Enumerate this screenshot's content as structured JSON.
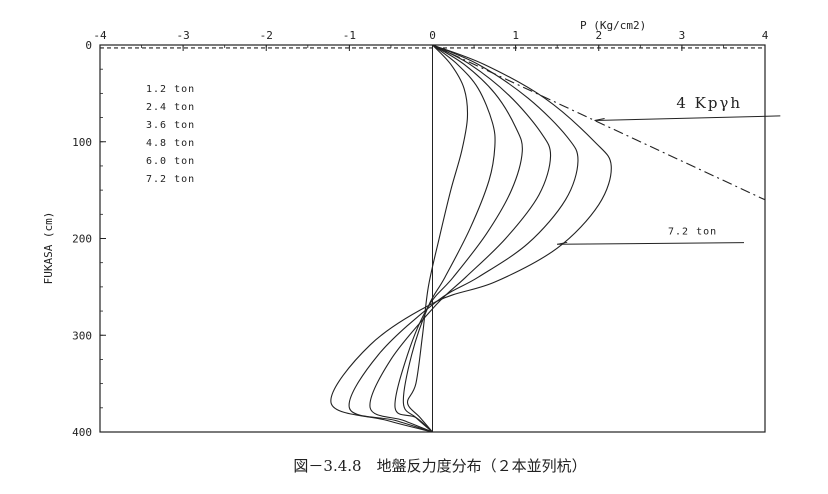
{
  "chart_data": {
    "type": "line",
    "caption": "図－3.4.8　地盤反力度分布（２本並列杭）",
    "xlabel": "P  (Kg/cm2)",
    "ylabel": "FUKASA (cm)",
    "xlim": [
      -4,
      4
    ],
    "ylim": [
      0,
      400
    ],
    "y_inverted": true,
    "x_axis_position": "top",
    "x_ticks": [
      "-4",
      "-3",
      "-2",
      "-1",
      "0",
      "1",
      "2",
      "3",
      "4"
    ],
    "y_ticks": [
      "0",
      "100",
      "200",
      "300",
      "400"
    ],
    "grid": false,
    "legend_position": "top-left",
    "legend_entries": [
      "1.2 ton",
      "2.4 ton",
      "3.6 ton",
      "4.8 ton",
      "6.0 ton",
      "7.2 ton"
    ],
    "series": [
      {
        "name": "1.2 ton",
        "points": [
          [
            0,
            0
          ],
          [
            0.22,
            20
          ],
          [
            0.38,
            45
          ],
          [
            0.42,
            75
          ],
          [
            0.35,
            110
          ],
          [
            0.22,
            150
          ],
          [
            0.08,
            200
          ],
          [
            -0.05,
            250
          ],
          [
            -0.12,
            300
          ],
          [
            -0.2,
            350
          ],
          [
            -0.3,
            370
          ],
          [
            -0.15,
            385
          ],
          [
            0,
            400
          ]
        ]
      },
      {
        "name": "2.4 ton",
        "points": [
          [
            0,
            0
          ],
          [
            0.3,
            20
          ],
          [
            0.55,
            45
          ],
          [
            0.72,
            80
          ],
          [
            0.75,
            105
          ],
          [
            0.68,
            140
          ],
          [
            0.45,
            190
          ],
          [
            0.15,
            240
          ],
          [
            -0.05,
            270
          ],
          [
            -0.25,
            320
          ],
          [
            -0.35,
            370
          ],
          [
            -0.2,
            385
          ],
          [
            0,
            400
          ]
        ]
      },
      {
        "name": "3.6 ton",
        "points": [
          [
            0,
            0
          ],
          [
            0.38,
            20
          ],
          [
            0.75,
            50
          ],
          [
            1.0,
            85
          ],
          [
            1.08,
            110
          ],
          [
            0.95,
            150
          ],
          [
            0.65,
            195
          ],
          [
            0.25,
            240
          ],
          [
            -0.05,
            270
          ],
          [
            -0.3,
            320
          ],
          [
            -0.45,
            375
          ],
          [
            -0.2,
            385
          ],
          [
            0,
            400
          ]
        ]
      },
      {
        "name": "4.8 ton",
        "points": [
          [
            0,
            0
          ],
          [
            0.45,
            20
          ],
          [
            0.92,
            52
          ],
          [
            1.3,
            90
          ],
          [
            1.42,
            115
          ],
          [
            1.28,
            155
          ],
          [
            0.88,
            200
          ],
          [
            0.4,
            240
          ],
          [
            0.05,
            268
          ],
          [
            -0.5,
            325
          ],
          [
            -0.75,
            375
          ],
          [
            -0.35,
            388
          ],
          [
            0,
            400
          ]
        ]
      },
      {
        "name": "6.0 ton",
        "points": [
          [
            0,
            0
          ],
          [
            0.55,
            20
          ],
          [
            1.15,
            55
          ],
          [
            1.62,
            95
          ],
          [
            1.75,
            120
          ],
          [
            1.6,
            160
          ],
          [
            1.15,
            205
          ],
          [
            0.55,
            240
          ],
          [
            0.05,
            265
          ],
          [
            -0.65,
            320
          ],
          [
            -1.0,
            375
          ],
          [
            -0.45,
            388
          ],
          [
            0,
            400
          ]
        ]
      },
      {
        "name": "7.2 ton",
        "points": [
          [
            0,
            0
          ],
          [
            0.62,
            20
          ],
          [
            1.35,
            55
          ],
          [
            1.95,
            100
          ],
          [
            2.15,
            125
          ],
          [
            2.0,
            165
          ],
          [
            1.5,
            210
          ],
          [
            0.75,
            245
          ],
          [
            0.05,
            265
          ],
          [
            -0.75,
            310
          ],
          [
            -1.22,
            370
          ],
          [
            -0.55,
            388
          ],
          [
            0,
            400
          ]
        ]
      }
    ],
    "reference_lines": [
      {
        "name": "4 Kpγh",
        "style": "dash-dot",
        "points": [
          [
            0,
            0
          ],
          [
            4,
            160
          ]
        ]
      },
      {
        "name": "ground surface",
        "style": "dashed",
        "points": [
          [
            -4,
            3
          ],
          [
            4,
            3
          ]
        ]
      }
    ],
    "annotations": [
      {
        "text": "4 Kpγh",
        "at": [
          2.5,
          65
        ],
        "arrow_to": [
          1.95,
          78
        ]
      },
      {
        "text": "7.2 ton",
        "at": [
          2.4,
          196
        ],
        "arrow_to": [
          1.5,
          206
        ]
      }
    ]
  }
}
